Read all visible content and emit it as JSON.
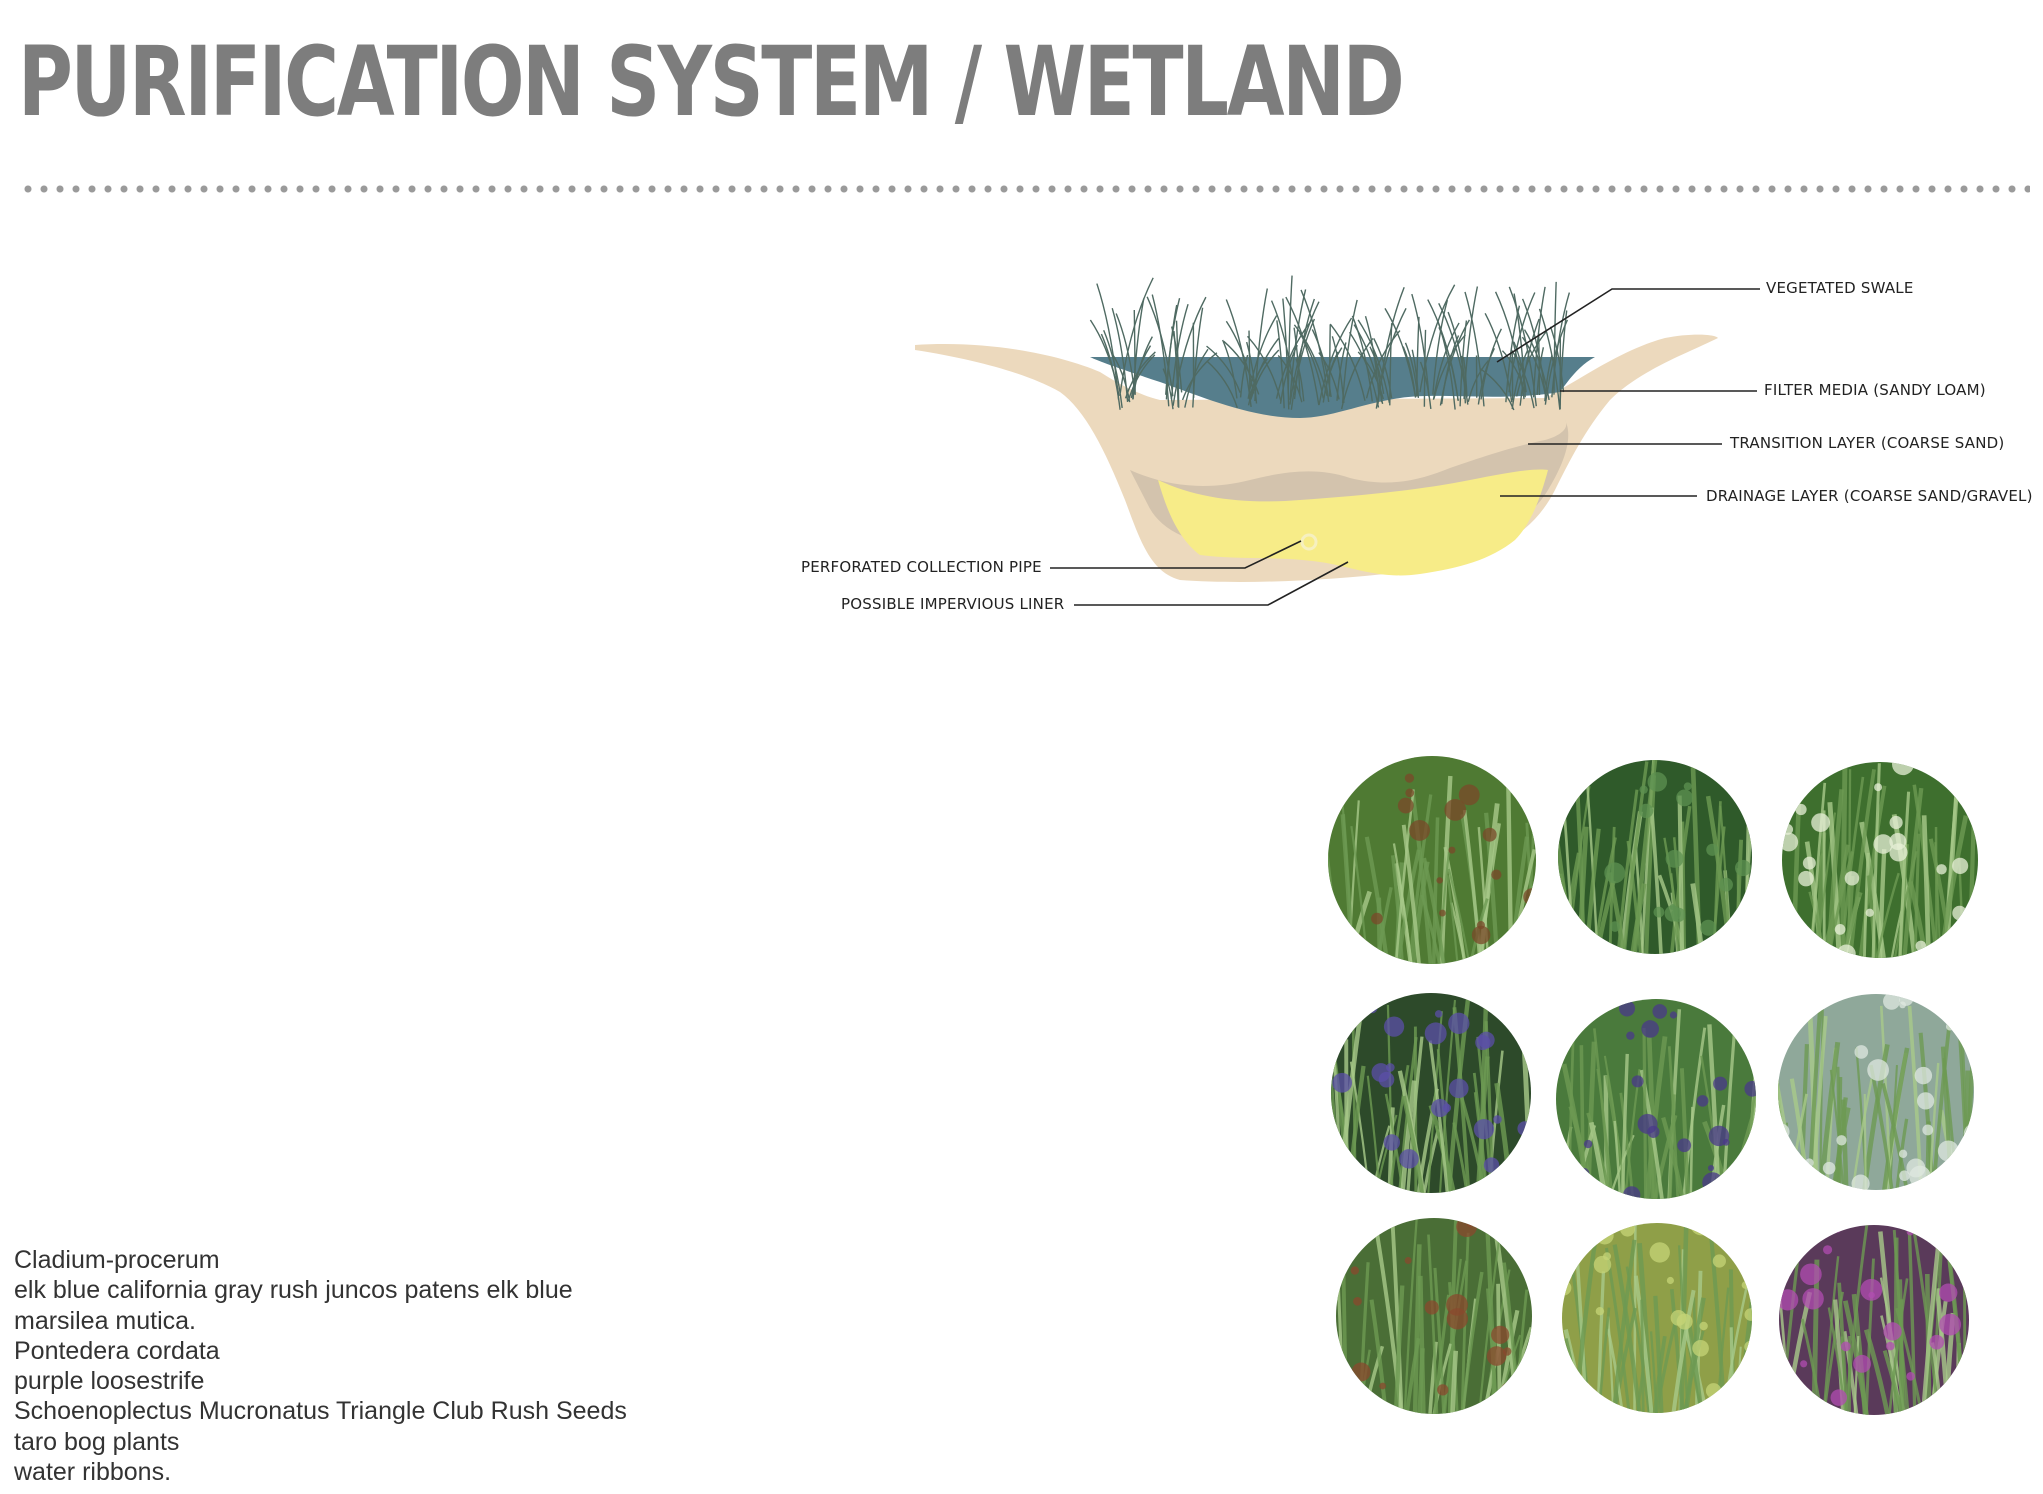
{
  "title": "PURIFICATION SYSTEM / WETLAND",
  "diagram": {
    "labels": {
      "vegetated_swale": "VEGETATED SWALE",
      "filter_media": "FILTER MEDIA (SANDY LOAM)",
      "transition_layer": "TRANSITION LAYER (COARSE SAND)",
      "drainage_layer": "DRAINAGE LAYER (COARSE SAND/GRAVEL)",
      "collection_pipe": "PERFORATED COLLECTION PIPE",
      "impervious_liner": "POSSIBLE IMPERVIOUS LINER"
    },
    "colors": {
      "water": "#567e8c",
      "filter_media": "#ecd9bd",
      "transition": "#d3c3ad",
      "drainage": "#f7ec88",
      "grass": "#4f6a62"
    }
  },
  "plant_list": [
    "Cladium-procerum",
    "elk blue california gray rush juncos patens elk blue",
    "marsilea mutica.",
    "Pontedera cordata",
    "purple loosestrife",
    "Schoenoplectus Mucronatus Triangle Club Rush Seeds",
    "taro bog plants",
    "water ribbons."
  ],
  "plant_photos": [
    {
      "icon": "rush-grass-icon",
      "base": "#4f7a33",
      "accent": "#7a4a2a"
    },
    {
      "icon": "taro-leaf-icon",
      "base": "#2f5a2a",
      "accent": "#5e9152"
    },
    {
      "icon": "water-ribbon-icon",
      "base": "#3e6f2e",
      "accent": "#e8f0d8"
    },
    {
      "icon": "pickerelweed-icon",
      "base": "#2d4a2a",
      "accent": "#5b4fa8"
    },
    {
      "icon": "iris-icon",
      "base": "#4a7a3c",
      "accent": "#4a3a8a"
    },
    {
      "icon": "blue-rush-icon",
      "base": "#8fa89a",
      "accent": "#dfe8e0"
    },
    {
      "icon": "club-rush-icon",
      "base": "#4a6e36",
      "accent": "#8a4a2e"
    },
    {
      "icon": "water-clover-icon",
      "base": "#8f9f48",
      "accent": "#c6d477"
    },
    {
      "icon": "loosestrife-icon",
      "base": "#5a3a5a",
      "accent": "#b24cb2"
    }
  ]
}
